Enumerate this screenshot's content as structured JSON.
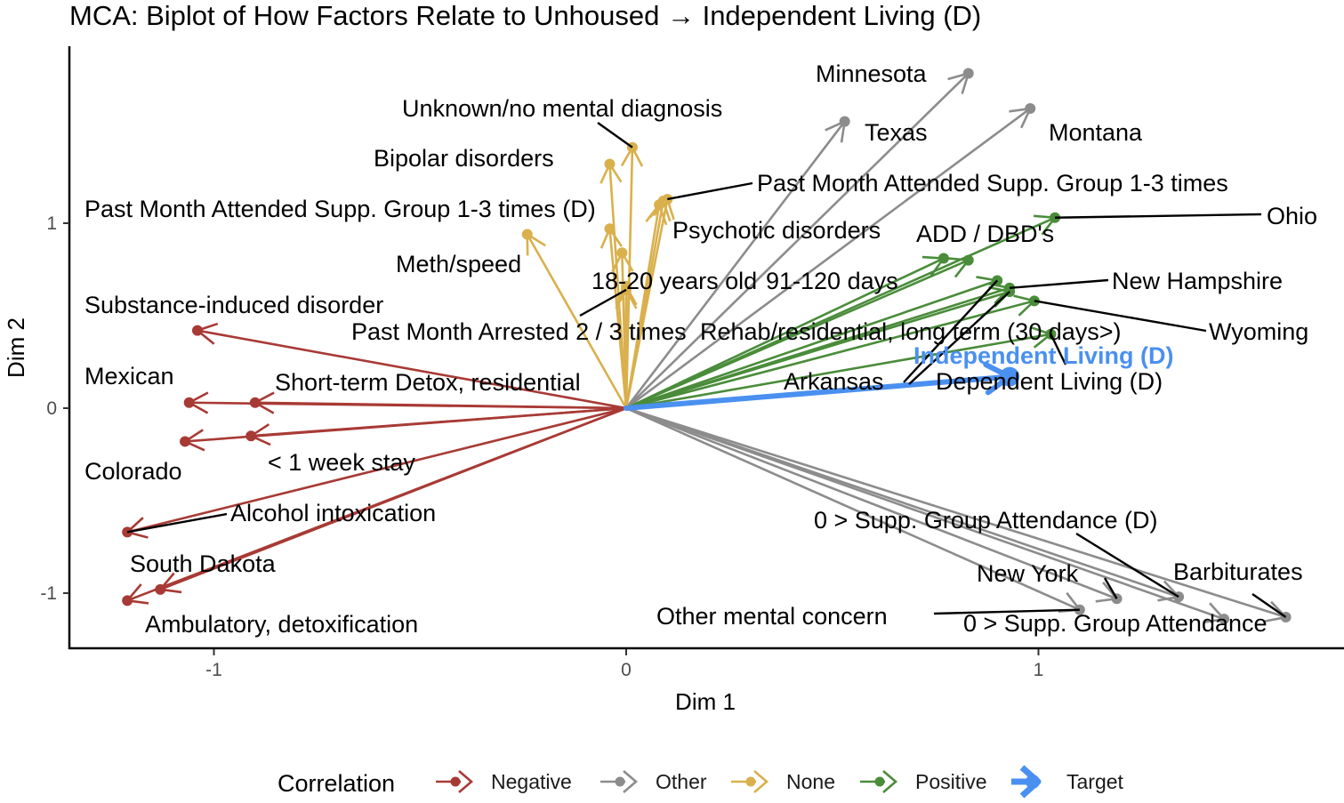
{
  "chart_data": {
    "type": "scatter",
    "subtype": "biplot-arrows",
    "title": "MCA: Biplot of How Factors Relate to Unhoused → Independent Living (D)",
    "xlabel": "Dim 1",
    "ylabel": "Dim 2",
    "xlim": [
      -1.35,
      1.74
    ],
    "ylim": [
      -1.32,
      1.94
    ],
    "xticks": [
      {
        "value": -1,
        "label": "-1"
      },
      {
        "value": 0,
        "label": "0"
      },
      {
        "value": 1,
        "label": "1"
      }
    ],
    "yticks": [
      {
        "value": -1,
        "label": "-1"
      },
      {
        "value": 0,
        "label": "0"
      },
      {
        "value": 1,
        "label": "1"
      }
    ],
    "grid": false,
    "legend": {
      "title": "Correlation",
      "placement": "bottom",
      "entries": [
        {
          "key": "negative",
          "label": "Negative",
          "color": "#a83a35"
        },
        {
          "key": "other",
          "label": "Other",
          "color": "#8c8c8c"
        },
        {
          "key": "none",
          "label": "None",
          "color": "#d9b04c"
        },
        {
          "key": "positive",
          "label": "Positive",
          "color": "#4a8c3a"
        },
        {
          "key": "target",
          "label": "Target",
          "color": "#4a90f0"
        }
      ]
    },
    "series": [
      {
        "name": "Negative",
        "group": "negative",
        "points": [
          {
            "label": "Substance-induced disorder",
            "x": -1.04,
            "y": 0.42
          },
          {
            "label": "Mexican",
            "x": -1.06,
            "y": 0.03
          },
          {
            "label": "Short-term Detox, residential",
            "x": -0.9,
            "y": 0.03
          },
          {
            "label": "Colorado",
            "x": -1.07,
            "y": -0.18
          },
          {
            "label": "< 1 week stay",
            "x": -0.91,
            "y": -0.15
          },
          {
            "label": "Alcohol intoxication",
            "x": -1.21,
            "y": -0.67
          },
          {
            "label": "South Dakota",
            "x": -1.13,
            "y": -0.98
          },
          {
            "label": "Ambulatory, detoxification",
            "x": -1.21,
            "y": -1.04
          }
        ]
      },
      {
        "name": "Other",
        "group": "other",
        "points": [
          {
            "label": "Minnesota",
            "x": 0.83,
            "y": 1.81
          },
          {
            "label": "Texas",
            "x": 0.53,
            "y": 1.55
          },
          {
            "label": "Montana",
            "x": 0.98,
            "y": 1.62
          },
          {
            "label": "Other mental concern",
            "x": 1.1,
            "y": -1.09
          },
          {
            "label": "New York",
            "x": 1.19,
            "y": -1.03
          },
          {
            "label": "0 > Supp. Group Attendance (D)",
            "x": 1.34,
            "y": -1.02
          },
          {
            "label": "0 > Supp. Group Attendance",
            "x": 1.45,
            "y": -1.14
          },
          {
            "label": "Barbiturates",
            "x": 1.6,
            "y": -1.13
          }
        ]
      },
      {
        "name": "None",
        "group": "none",
        "points": [
          {
            "label": "Unknown/no mental diagnosis",
            "x": 0.015,
            "y": 1.41
          },
          {
            "label": "Bipolar disorders",
            "x": -0.04,
            "y": 1.32
          },
          {
            "label": "Meth/speed",
            "x": -0.24,
            "y": 0.94
          },
          {
            "label": "Past Month Attended Supp. Group 1-3 times (D)",
            "x": 0.09,
            "y": 1.12
          },
          {
            "label": "Past Month Attended Supp. Group 1-3 times",
            "x": 0.1,
            "y": 1.13
          },
          {
            "label": "Psychotic disorders",
            "x": 0.08,
            "y": 1.1
          },
          {
            "label": "",
            "x": -0.04,
            "y": 0.97
          },
          {
            "label": "",
            "x": -0.01,
            "y": 0.84
          },
          {
            "label": "18-20 years old",
            "x": 0.0,
            "y": 0.66
          },
          {
            "label": "Past Month Arrested 2 / 3 times",
            "x": 0.0,
            "y": 0.64
          }
        ]
      },
      {
        "name": "Positive",
        "group": "positive",
        "points": [
          {
            "label": "Ohio",
            "x": 1.04,
            "y": 1.03
          },
          {
            "label": "ADD / DBD's",
            "x": 0.77,
            "y": 0.81
          },
          {
            "label": "91-120 days",
            "x": 0.83,
            "y": 0.8
          },
          {
            "label": "Arkansas",
            "x": 0.9,
            "y": 0.69
          },
          {
            "label": "New Hampshire",
            "x": 0.93,
            "y": 0.65
          },
          {
            "label": "Rehab/residential, long term (30 days>)",
            "x": 0.93,
            "y": 0.63
          },
          {
            "label": "Wyoming",
            "x": 0.99,
            "y": 0.58
          },
          {
            "label": "Dependent Living (D)",
            "x": 1.03,
            "y": 0.4
          }
        ]
      },
      {
        "name": "Target",
        "group": "target",
        "points": [
          {
            "label": "Independent Living (D)",
            "x": 0.93,
            "y": 0.17
          }
        ]
      }
    ]
  }
}
